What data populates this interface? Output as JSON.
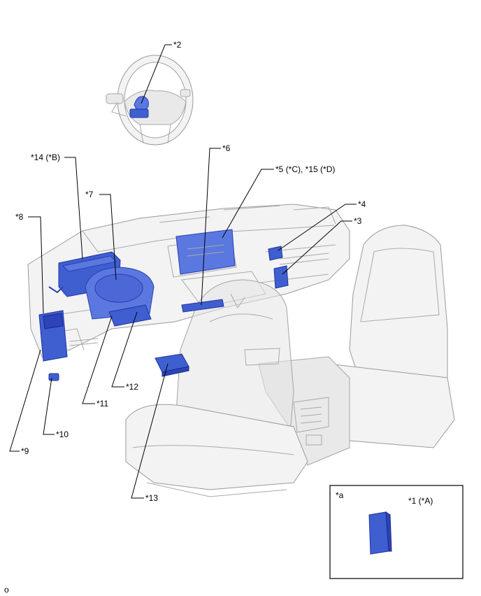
{
  "labels": {
    "l2": "*2",
    "l14": "*14 (*B)",
    "l6": "*6",
    "l5": "*5 (*C), *15 (*D)",
    "l7": "*7",
    "l4": "*4",
    "l8": "*8",
    "l3": "*3",
    "l12": "*12",
    "l11": "*11",
    "l10": "*10",
    "l9": "*9",
    "l13": "*13",
    "la": "*a",
    "l1": "*1 (*A)"
  },
  "figure_code": "o",
  "colors": {
    "component_blue": "#3f5fd0",
    "outline_gray": "#9a9a9a",
    "leader_black": "#000000"
  }
}
